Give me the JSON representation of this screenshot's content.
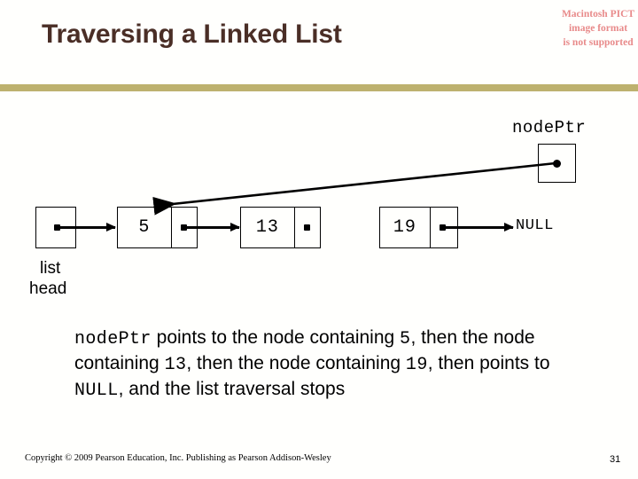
{
  "slide": {
    "title": "Traversing a Linked List",
    "page_number": "31",
    "copyright": "Copyright © 2009 Pearson Education, Inc. Publishing as Pearson Addison-Wesley",
    "accent_color": "#bdb16e",
    "title_color": "#4a2e26",
    "background_color": "#ffffff"
  },
  "pict_placeholder": {
    "color": "#e88a8a",
    "line1": "Macintosh PICT",
    "line2": "image format",
    "line3": "is not supported"
  },
  "diagram": {
    "pointer_variable_label": "nodePtr",
    "head_label_line1": "list",
    "head_label_line2": "head",
    "terminator_label": "NULL",
    "nodes": [
      {
        "value": "5"
      },
      {
        "value": "13"
      },
      {
        "value": "19"
      }
    ]
  },
  "body": {
    "segments": [
      {
        "text": "nodePtr",
        "code": true
      },
      {
        "text": " points to the node containing ",
        "code": false
      },
      {
        "text": "5",
        "code": true
      },
      {
        "text": ", then the node containing ",
        "code": false
      },
      {
        "text": "13",
        "code": true
      },
      {
        "text": ", then the node containing ",
        "code": false
      },
      {
        "text": "19",
        "code": true
      },
      {
        "text": ", then points to ",
        "code": false
      },
      {
        "text": "NULL",
        "code": true
      },
      {
        "text": ", and the list traversal stops",
        "code": false
      }
    ]
  }
}
